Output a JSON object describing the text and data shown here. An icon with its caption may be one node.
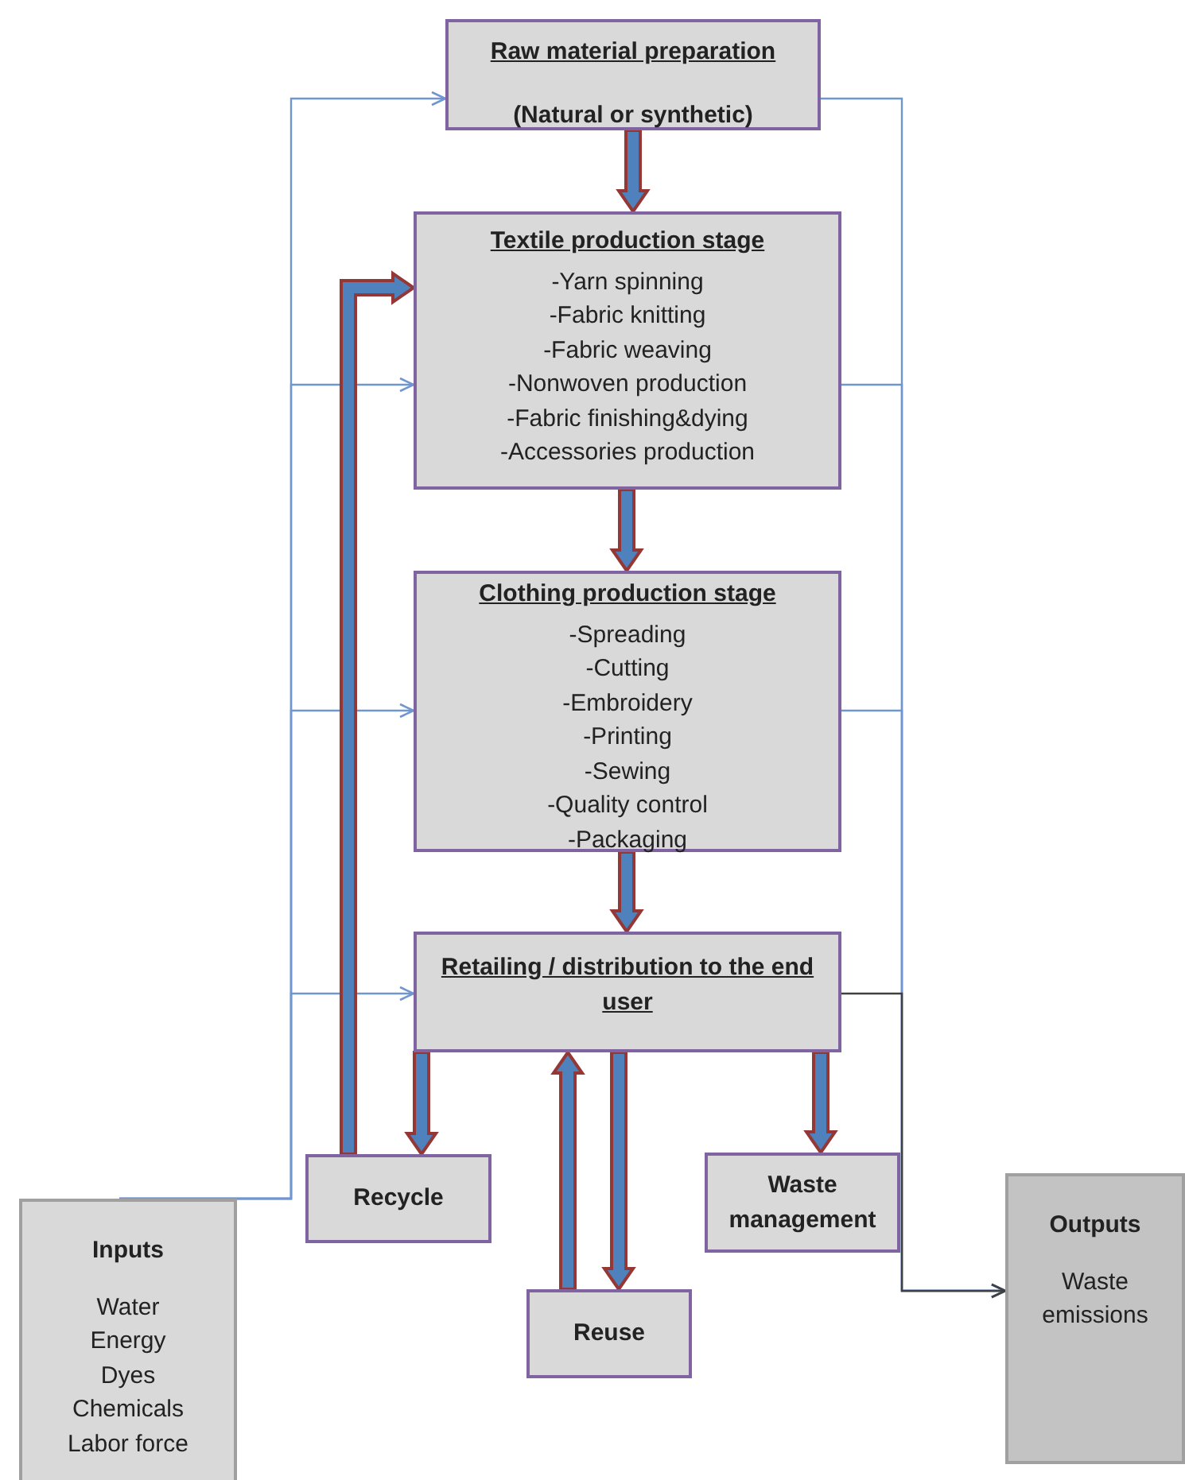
{
  "diagram": {
    "nodes": [
      {
        "text": [
          "Raw material preparation",
          "(Natural or synthetic)"
        ]
      },
      {
        "text": [
          "Textile production stage",
          "-Yarn spinning",
          "-Fabric knitting",
          "-Fabric weaving",
          "-Nonwoven production",
          "-Fabric finishing&dying",
          "-Accessories production"
        ]
      },
      {
        "text": [
          "Clothing production stage",
          "-Spreading",
          "-Cutting",
          "-Embroidery",
          "-Printing",
          "-Sewing",
          "-Quality control",
          "-Packaging"
        ]
      },
      {
        "text": [
          "Retailing / distribution to the end user"
        ]
      },
      {
        "text": [
          "Recycle"
        ]
      },
      {
        "text": [
          "Waste management"
        ]
      },
      {
        "text": [
          "Inputs",
          "Water",
          "Energy",
          "Dyes",
          "Chemicals",
          "Labor force"
        ]
      },
      {
        "text": [
          "Reuse"
        ]
      },
      {
        "text": [
          "Outputs",
          "Waste emissions"
        ]
      }
    ],
    "edges": [
      {
        "from": 0,
        "to": 1,
        "arrow": "to",
        "style": "thick"
      },
      {
        "from": 1,
        "to": 2,
        "arrow": "to",
        "style": "thick"
      },
      {
        "from": 2,
        "to": 3,
        "arrow": "to",
        "style": "thick"
      },
      {
        "from": 3,
        "to": 4,
        "arrow": "to",
        "style": "thick"
      },
      {
        "from": 4,
        "to": 1,
        "arrow": "to",
        "style": "thick"
      },
      {
        "from": 7,
        "to": 3,
        "arrow": "to",
        "style": "thick"
      },
      {
        "from": 3,
        "to": 7,
        "arrow": "to",
        "style": "thick"
      },
      {
        "from": 3,
        "to": 5,
        "arrow": "to",
        "style": "thick"
      },
      {
        "from": 6,
        "to": 0,
        "arrow": "to"
      },
      {
        "from": 6,
        "to": 1,
        "arrow": "to"
      },
      {
        "from": 6,
        "to": 2,
        "arrow": "to"
      },
      {
        "from": 6,
        "to": 3,
        "arrow": "to"
      },
      {
        "from": 0,
        "to": 8,
        "arrow": "to"
      },
      {
        "from": 1,
        "to": 8,
        "arrow": "to"
      },
      {
        "from": 2,
        "to": 8,
        "arrow": "to"
      },
      {
        "from": 3,
        "to": 8,
        "arrow": "to",
        "color": "#404040"
      }
    ]
  }
}
